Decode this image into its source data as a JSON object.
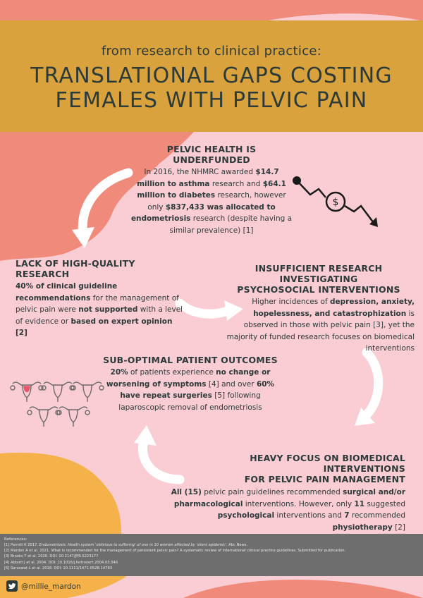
{
  "header": {
    "subtitle": "from research to clinical practice:",
    "title_line1": "TRANSLATIONAL GAPS COSTING",
    "title_line2": "FEMALES WITH PELVIC PAIN"
  },
  "colors": {
    "background": "#f9cdd3",
    "header": "#d9a23c",
    "salmon": "#f08a7a",
    "orange": "#f5b14a",
    "text": "#2c3a3a",
    "references_bg": "#6e6e6e"
  },
  "underfunded": {
    "heading": "PELVIC HEALTH IS UNDERFUNDED",
    "t1": "In 2016, the NHMRC awarded ",
    "b1": "$14.7 million to asthma",
    "t2": " research and ",
    "b2": "$64.1 million to diabetes",
    "t3": " research, however only ",
    "b3": "$837,433 was allocated to endometriosis",
    "t4": " research (despite having a similar prevalence) [1]"
  },
  "quality": {
    "heading": "LACK OF HIGH-QUALITY RESEARCH",
    "b1": "40% of clinical guideline recommendations",
    "t1": " for the management of pelvic pain were ",
    "b2": "not supported",
    "t2": " with a level of evidence or ",
    "b3": "based on expert opinion [2]"
  },
  "psychosocial": {
    "heading_line1": "INSUFFICIENT RESEARCH INVESTIGATING",
    "heading_line2": "PSYCHOSOCIAL INTERVENTIONS",
    "t1": "Higher incidences of ",
    "b1": "depression, anxiety, hopelessness, and catastrophization",
    "t2": " is observed in those with pelvic pain [3], yet the majority of funded research focuses on biomedical interventions"
  },
  "outcomes": {
    "heading": "SUB-OPTIMAL PATIENT OUTCOMES",
    "b1": "20%",
    "t1": " of patients experience ",
    "b2": "no change or worsening of symptoms",
    "t2": " [4] and over ",
    "b3": "60% have repeat surgeries",
    "t3": " [5] following laparoscopic removal of endometriosis"
  },
  "biomedical": {
    "heading_line1": "HEAVY FOCUS ON BIOMEDICAL INTERVENTIONS",
    "heading_line2": "FOR PELVIC PAIN MANAGEMENT",
    "b1": "All (15)",
    "t1": " pelvic pain guidelines recommended ",
    "b2": "surgical and/or pharmacological",
    "t2": " interventions. However, only ",
    "b3": "11",
    "t3": " suggested ",
    "b4": "psychological",
    "t4": " interventions and ",
    "b5": "7",
    "t5": " recommended ",
    "b6": "physiotherapy",
    "t6": " [2]"
  },
  "references": {
    "title": "References:",
    "r1a": "[1] Perrott K 2017. ",
    "r1b": "Endometriosis: Health system 'oblivious to suffering' of one in 10 women affected by 'silent epidemic'.",
    "r1c": " Abc News.",
    "r2": "[2] Mardon A et al. 2021. What is recommended for the management of persistent pelvic pain? A systematic review of international clinical practice guidelines. Submitted for publication.",
    "r3": "[3] Brooks T et al. 2020. DOI: 10.2147/JPR.S223177",
    "r4": "[4] Abbott J et al. 2004. DOI: 10.1016/j.fertnstert.2004.03.046",
    "r5": "[5] Saraswat L et al. 2018. DOI: 10.1111/1471-0528.14793"
  },
  "footer": {
    "handle": "@millie_mardon"
  },
  "icons": [
    "twitter-icon",
    "money-decline-icon",
    "uterus-icon"
  ]
}
